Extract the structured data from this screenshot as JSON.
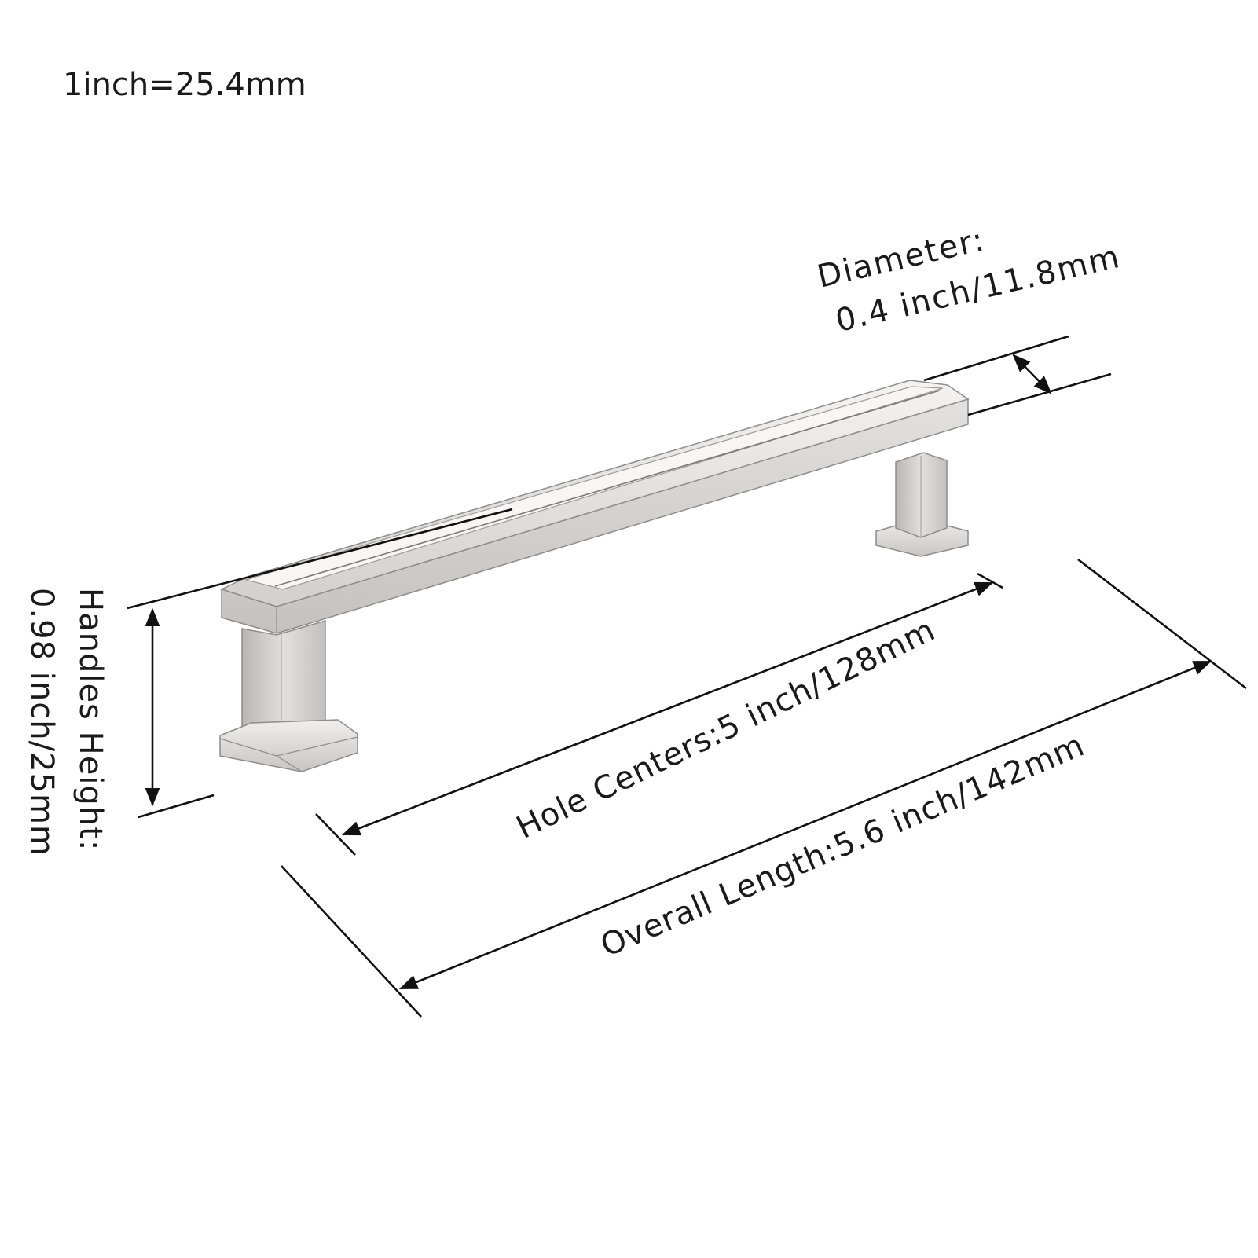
{
  "conversion_note": "1inch=25.4mm",
  "dimensions": {
    "diameter": {
      "label_line1": "Diameter:",
      "label_line2": "0.4 inch/11.8mm"
    },
    "handle_height": {
      "label_line1": "Handles Height:",
      "label_line2": "0.98 inch/25mm"
    },
    "hole_centers": {
      "label": "Hole Centers:5 inch/128mm"
    },
    "overall_length": {
      "label": "Overall Length:5.6 inch/142mm"
    }
  },
  "product": {
    "name": "handle-illustration",
    "finish_color": "#c9c6c3"
  }
}
